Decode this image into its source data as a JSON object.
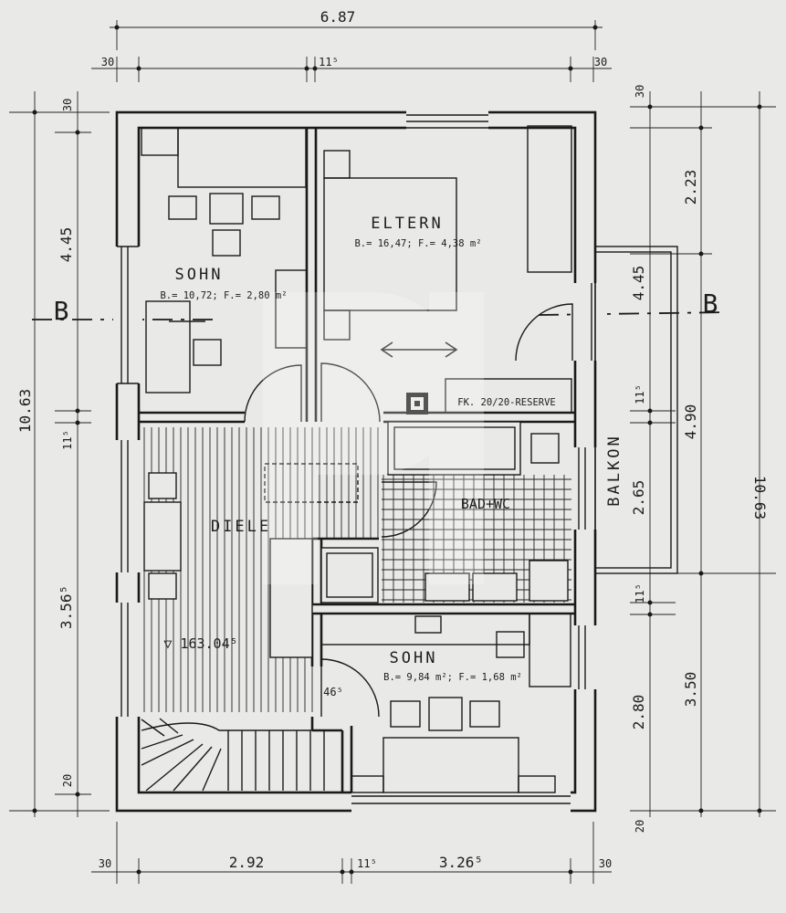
{
  "top_dims": {
    "overall": "6.87",
    "left_wall": "30",
    "inner_wall": "11⁵",
    "right_wall": "30"
  },
  "bottom_dims": {
    "left_wall": "30",
    "seg1": "2.92",
    "inner_wall": "11⁵",
    "seg2": "3.26⁵",
    "right_wall": "30"
  },
  "left_dims": {
    "overall": "10.63",
    "wall_top": "30",
    "seg_top": "4.45",
    "inner_wall": "11⁵",
    "seg_bottom": "3.56⁵",
    "wall_bottom": "20"
  },
  "right_dims": {
    "overall": "10.63",
    "wall_top": "30",
    "seg_a": "2.23",
    "seg_b": "4.45",
    "seg_c": "4.90",
    "wall_mid": "11⁵",
    "seg_d": "2.65",
    "wall_mid2": "11⁵",
    "seg_e": "2.80",
    "seg_f": "3.50",
    "wall_bottom": "20"
  },
  "section_marks": {
    "left": "B",
    "right": "B"
  },
  "rooms": {
    "sohn_top": {
      "name": "SOHN",
      "area": "B.= 10,72; F.= 2,80 m²"
    },
    "eltern": {
      "name": "ELTERN",
      "area": "B.= 16,47; F.= 4,38 m²"
    },
    "diele": {
      "name": "DIELE",
      "level": "▽ 163.04⁵"
    },
    "bad": {
      "name": "BAD+WC"
    },
    "balkon": {
      "name": "BALKON"
    },
    "sohn_bottom": {
      "name": "SOHN",
      "area": "B.= 9,84 m²; F.= 1,68 m²"
    }
  },
  "notes": {
    "chimney": "FK. 20/20-RESERVE",
    "door_width": "46⁵"
  }
}
